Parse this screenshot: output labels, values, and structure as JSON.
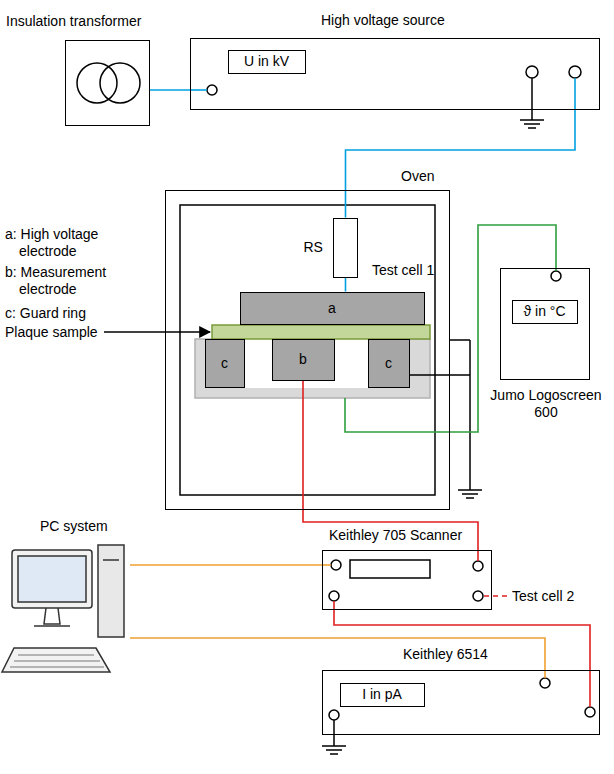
{
  "diagram": {
    "nodes": [
      {
        "text": [
          "Insulation transformer"
        ]
      },
      {
        "text": [
          "High voltage source"
        ]
      },
      {
        "text": [
          "U in kV"
        ],
        "in": 1
      },
      {
        "text": [
          "Oven"
        ]
      },
      {
        "text": [
          "RS"
        ],
        "in": 3
      },
      {
        "text": [
          "a"
        ],
        "in": 3
      },
      {
        "text": [
          "c"
        ],
        "in": 3
      },
      {
        "text": [
          "b"
        ],
        "in": 3
      },
      {
        "text": [
          "c"
        ],
        "in": 3
      },
      {
        "text": [
          "Jumo Logoscreen 600"
        ]
      },
      {
        "text": [
          "ϑ in °C"
        ],
        "in": 9
      },
      {
        "text": [
          "PC system"
        ]
      },
      {
        "text": [
          "Keithley 705 Scanner"
        ]
      },
      {
        "text": [
          "Keithley 6514"
        ]
      },
      {
        "text": [
          "I in pA"
        ],
        "in": 13
      }
    ],
    "edges": [
      {
        "from": 0,
        "to": 1,
        "arrow": "none"
      },
      {
        "from": 1,
        "to": 4,
        "arrow": "none"
      },
      {
        "from": 4,
        "to": 5,
        "arrow": "none"
      },
      {
        "from": 7,
        "to": 12,
        "arrow": "none"
      },
      {
        "from": 11,
        "to": 12,
        "arrow": "none"
      },
      {
        "from": 12,
        "to": 13,
        "arrow": "none"
      },
      {
        "from": 11,
        "to": 13,
        "arrow": "none"
      }
    ],
    "labels": [
      "a: High voltage electrode",
      "b: Measurement electrode",
      "c: Guard ring",
      "Plaque sample",
      "Test cell 1",
      "Test cell 2"
    ]
  }
}
